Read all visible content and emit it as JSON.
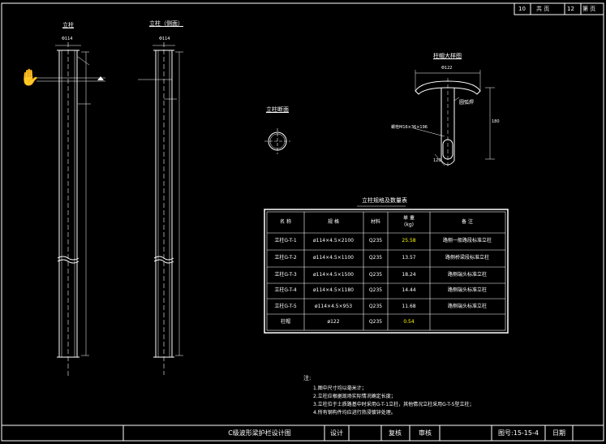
{
  "header": {
    "sheet_no": "10",
    "total_label": "共 页",
    "page_no": "12",
    "page_label": "第 页"
  },
  "views": {
    "post_front_title": "立柱",
    "post_side_title": "立柱（侧面）",
    "section_title": "立柱断面",
    "cap_title": "柱帽大样图",
    "front_top_dim": "Φ114",
    "side_top_dim": "Φ114",
    "cap_dim_top": "Φ122",
    "cap_label_weld": "圆弧焊",
    "cap_label_bolt": "螺栓M16×36×196",
    "cap_dim_side": "180",
    "cap_dim_bottom": "120"
  },
  "table": {
    "title": "立柱规格及数量表",
    "headers": [
      "名 称",
      "规 格",
      "材料",
      "单 重\n(kg)",
      "备 注"
    ],
    "rows": [
      [
        "立柱G-T-1",
        "ø114×4.5×2100",
        "Q235",
        "25.58",
        "路侧一般路段标准立柱"
      ],
      [
        "立柱G-T-2",
        "ø114×4.5×1100",
        "Q235",
        "13.57",
        "路侧桥梁段标准立柱"
      ],
      [
        "立柱G-T-3",
        "ø114×4.5×1500",
        "Q235",
        "18.24",
        "路侧端头标准立柱"
      ],
      [
        "立柱G-T-4",
        "ø114×4.5×1180",
        "Q235",
        "14.44",
        "路侧端头标准立柱"
      ],
      [
        "立柱G-T-5",
        "ø114×4.5×953",
        "Q235",
        "11.68",
        "路侧端头标准立柱"
      ],
      [
        "柱帽",
        "ø122",
        "Q235",
        "0.54",
        ""
      ]
    ],
    "highlight_color": "#ffff00"
  },
  "notes": {
    "heading": "注:",
    "lines": [
      "1.图中尺寸均以毫米计；",
      "2.立柱应根据现场实际情况确定长度；",
      "3.立柱位于土质路基中时采用G-T-1立柱，其他情况立柱采用G-T-5型立柱；",
      "4.所有钢构件均应进行热浸镀锌处理。"
    ]
  },
  "title_block": {
    "drawing_title": "C级波形梁护栏设计图",
    "design": "设计",
    "check": "复核",
    "review": "审核",
    "drawing_no": "图号:15-15-4",
    "date": "日期"
  },
  "colors": {
    "line": "#ffffff",
    "accent": "#ffff00",
    "background": "#000000"
  }
}
